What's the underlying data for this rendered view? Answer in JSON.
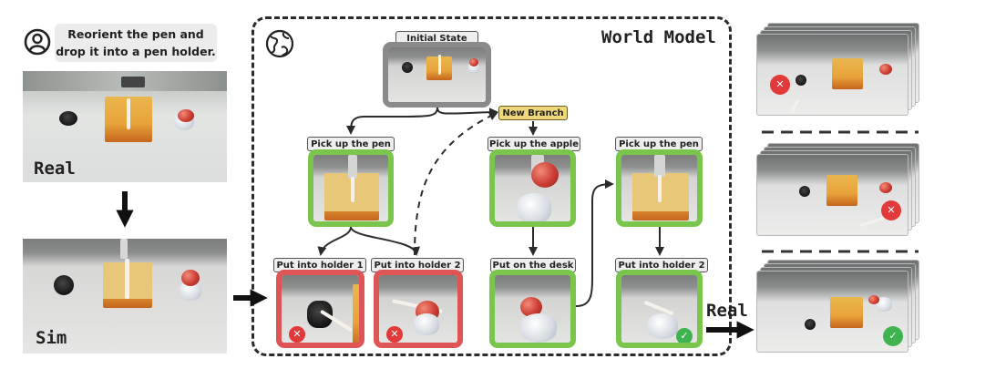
{
  "instruction": {
    "line1": "Reorient the pen and",
    "line2": "drop it into a pen holder."
  },
  "left": {
    "real_label": "Real",
    "sim_label": "Sim"
  },
  "world_model": {
    "title": "World Model",
    "nodes": {
      "initial": "Initial State",
      "new_branch": "New Branch",
      "pick_pen_left": "Pick up the pen",
      "pick_apple": "Pick up the apple",
      "pick_pen_right": "Pick up the pen",
      "holder1": "Put into holder 1",
      "holder2_left": "Put into holder 2",
      "desk": "Put on the desk",
      "holder2_right": "Put into holder 2"
    }
  },
  "right": {
    "real_label": "Real"
  },
  "colors": {
    "success": "#7ac64c",
    "failure": "#df5555",
    "branch": "#efd879",
    "initial": "#8a8a8a"
  },
  "icons": {
    "user": "user-circle-icon",
    "globe": "globe-icon",
    "fail": "cross-badge-icon",
    "success": "check-badge-icon"
  }
}
